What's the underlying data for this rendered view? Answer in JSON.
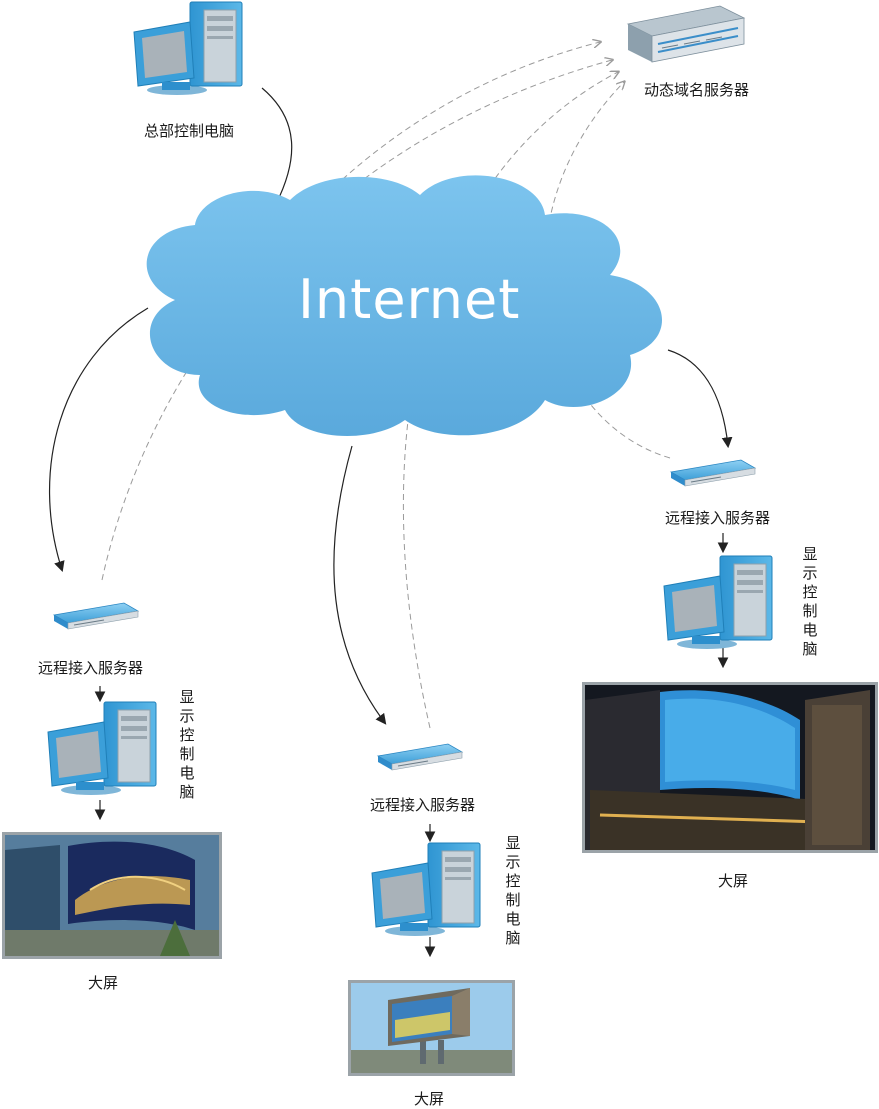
{
  "cloud": {
    "label": "Internet"
  },
  "hq": {
    "label": "总部控制电脑"
  },
  "ddns": {
    "label": "动态域名服务器"
  },
  "sites": [
    {
      "server_label": "远程接入服务器",
      "pc_label": "显示控制电脑",
      "screen_label": "大屏"
    },
    {
      "server_label": "远程接入服务器",
      "pc_label": "显示控制电脑",
      "screen_label": "大屏"
    },
    {
      "server_label": "远程接入服务器",
      "pc_label": "显示控制电脑",
      "screen_label": "大屏"
    }
  ],
  "colors": {
    "cloud": "#6ab7e6",
    "device_blue": "#3ea4dd",
    "screen_gray": "#9ea6ac",
    "arrow_solid": "#222222",
    "arrow_dashed": "#9a9a9a"
  }
}
